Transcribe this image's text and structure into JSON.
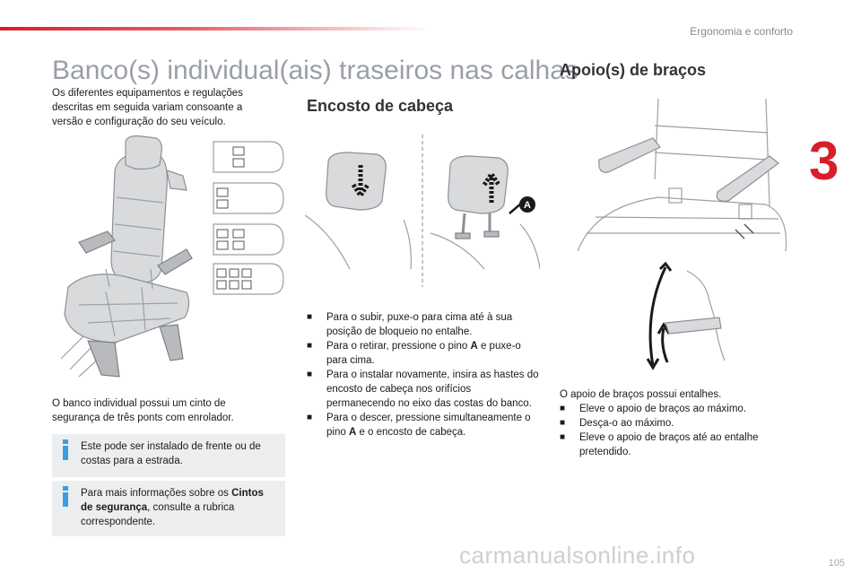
{
  "header": {
    "section": "Ergonomia e conforto",
    "chapter": "3"
  },
  "main_title": "Banco(s) individual(ais) traseiros nas calhas",
  "intro": "Os diferentes equipamentos e regulações descritas em seguida variam consoante a versão e configuração do seu veículo.",
  "seatbelt_text": "O banco individual possui um cinto de segurança de três ponts com enrolador.",
  "info_boxes": [
    {
      "text": "Este pode ser instalado de frente ou de costas para a estrada."
    },
    {
      "text_before": "Para mais informações sobre os ",
      "bold": "Cintos de segurança",
      "text_after": ", consulte a rubrica correspondente."
    }
  ],
  "headrest": {
    "title": "Encosto de cabeça",
    "marker": "A",
    "bullet_marker": "■",
    "bullets": [
      {
        "text": "Para o subir, puxe-o para cima até à sua posição de bloqueio no entalhe."
      },
      {
        "before": "Para o retirar, pressione o pino ",
        "bold": "A",
        "after": " e puxe-o para cima."
      },
      {
        "text": "Para o instalar novamente, insira as hastes do encosto de cabeça nos orifícios permanecendo no eixo das costas do banco."
      },
      {
        "before": "Para o descer, pressione simultaneamente o pino ",
        "bold": "A",
        "after": " e o encosto de cabeça."
      }
    ]
  },
  "armrest": {
    "title": "Apoio(s) de braços",
    "intro": "O apoio de braços possui entalhes.",
    "bullets": [
      "Eleve o apoio de braços ao máximo.",
      "Desça-o ao máximo.",
      "Eleve o apoio de braços até ao entalhe pretendido."
    ]
  },
  "page_number": "105",
  "watermark": "carmanualsonline.info",
  "colors": {
    "accent": "#d81e2a",
    "info_icon": "#3aa0dd",
    "arrow": "#1a1a1a"
  }
}
